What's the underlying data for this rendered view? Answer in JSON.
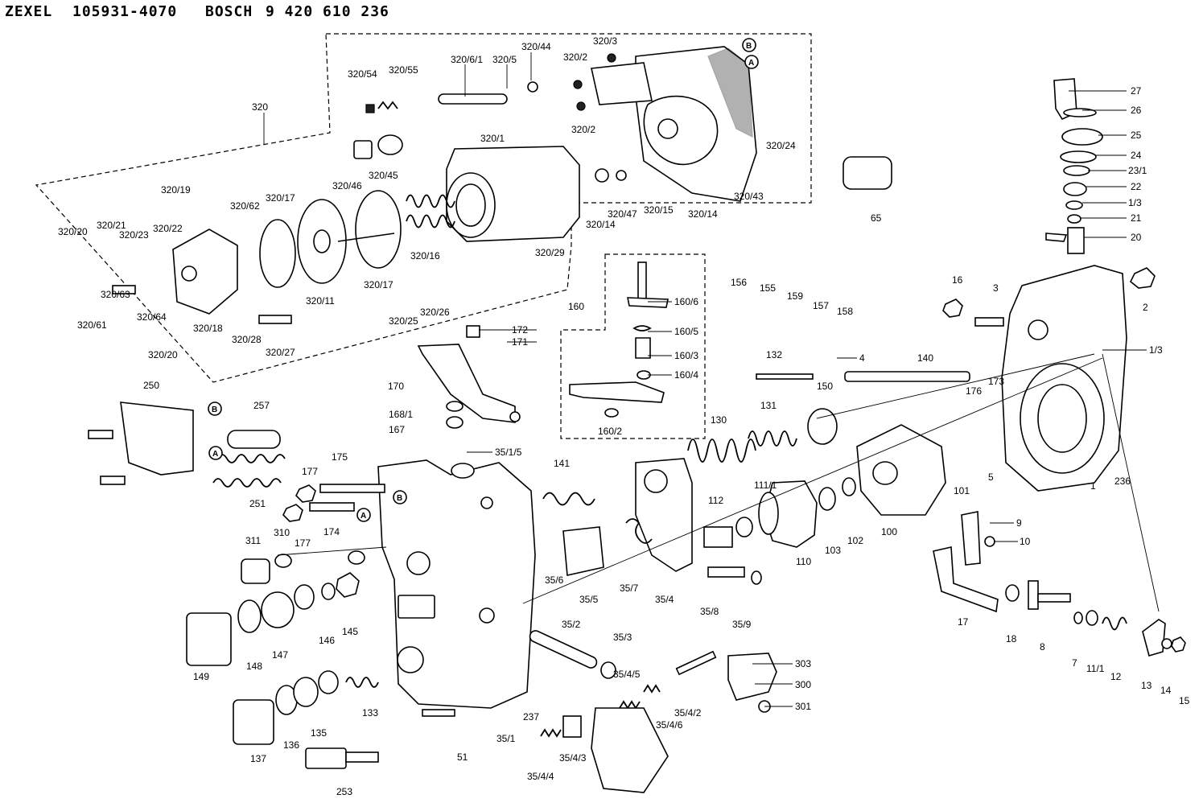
{
  "header": {
    "brand1": "ZEXEL",
    "part1": "105931-4070",
    "brand2": "BOSCH",
    "part2": "9 420 610 236"
  },
  "markers": {
    "A": "A",
    "B": "B"
  },
  "labels": {
    "l320": "320",
    "l320_54": "320/54",
    "l320_55": "320/55",
    "l320_6_1": "320/6/1",
    "l320_5": "320/5",
    "l320_44": "320/44",
    "l320_3": "320/3",
    "l320_2a": "320/2",
    "l320_2b": "320/2",
    "l320_46": "320/46",
    "l320_45": "320/45",
    "l320_1": "320/1",
    "l320_24": "320/24",
    "l320_43": "320/43",
    "l320_14": "320/14",
    "l320_15": "320/15",
    "l320_47": "320/47",
    "l320_14b": "320/14",
    "l320_29": "320/29",
    "l320_16": "320/16",
    "l320_19": "320/19",
    "l320_62": "320/62",
    "l320_17a": "320/17",
    "l320_17b": "320/17",
    "l320_11": "320/11",
    "l320_20a": "320/20",
    "l320_21": "320/21",
    "l320_23": "320/23",
    "l320_22": "320/22",
    "l320_63": "320/63",
    "l320_64": "320/64",
    "l320_61": "320/61",
    "l320_18": "320/18",
    "l320_28": "320/28",
    "l320_27": "320/27",
    "l320_20b": "320/20",
    "l320_25": "320/25",
    "l320_26": "320/26",
    "l65": "65",
    "l27": "27",
    "l26": "26",
    "l25": "25",
    "l24": "24",
    "l23_1": "23/1",
    "l22": "22",
    "l1_3a": "1/3",
    "l21": "21",
    "l20": "20",
    "l2": "2",
    "l1_3b": "1/3",
    "l16": "16",
    "l3": "3",
    "l160": "160",
    "l160_6": "160/6",
    "l160_5": "160/5",
    "l160_3": "160/3",
    "l160_4": "160/4",
    "l160_2": "160/2",
    "l172": "172",
    "l171": "171",
    "l170": "170",
    "l168_1": "168/1",
    "l167": "167",
    "l35_1_5": "35/1/5",
    "l156": "156",
    "l155": "155",
    "l159": "159",
    "l157": "157",
    "l158": "158",
    "l4": "4",
    "l132": "132",
    "l140": "140",
    "l131": "131",
    "l150": "150",
    "l130": "130",
    "l173": "173",
    "l176": "176",
    "l5": "5",
    "l101": "101",
    "l1": "1",
    "l236": "236",
    "l250": "250",
    "l257": "257",
    "l251": "251",
    "l175": "175",
    "l177a": "177",
    "l174": "174",
    "l177b": "177",
    "l311": "311",
    "l310": "310",
    "l141": "141",
    "l35_6": "35/6",
    "l35_5": "35/5",
    "l35_7": "35/7",
    "l35_4": "35/4",
    "l112": "112",
    "l111_1": "111/1",
    "l110": "110",
    "l103": "103",
    "l102": "102",
    "l100": "100",
    "l35_8": "35/8",
    "l35_9": "35/9",
    "l9": "9",
    "l10": "10",
    "l17": "17",
    "l18": "18",
    "l8": "8",
    "l7": "7",
    "l11_1": "11/1",
    "l12": "12",
    "l13": "13",
    "l14": "14",
    "l15": "15",
    "l149": "149",
    "l148": "148",
    "l147": "147",
    "l146": "146",
    "l145": "145",
    "l35_2": "35/2",
    "l35_3": "35/3",
    "l303": "303",
    "l300": "300",
    "l301": "301",
    "l35_4_5": "35/4/5",
    "l35_4_2": "35/4/2",
    "l35_4_6": "35/4/6",
    "l133": "133",
    "l136": "136",
    "l135": "135",
    "l137": "137",
    "l253": "253",
    "l51": "51",
    "l35_1": "35/1",
    "l237": "237",
    "l35_4_4": "35/4/4",
    "l35_4_3": "35/4/3"
  }
}
